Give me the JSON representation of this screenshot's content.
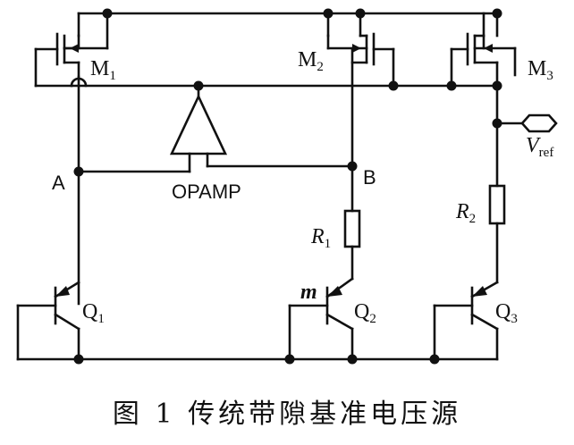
{
  "diagram": {
    "transistors": {
      "m1": "M",
      "m1_sub": "1",
      "m2": "M",
      "m2_sub": "2",
      "m3": "M",
      "m3_sub": "3",
      "q1": "Q",
      "q1_sub": "1",
      "q2": "Q",
      "q2_sub": "2",
      "q3": "Q",
      "q3_sub": "3"
    },
    "nodes": {
      "a": "A",
      "b": "B"
    },
    "opamp": "OPAMP",
    "resistors": {
      "r1": "R",
      "r1_sub": "1",
      "r2": "R",
      "r2_sub": "2"
    },
    "ratio": "m",
    "output": {
      "v": "V",
      "v_sub": "ref"
    }
  },
  "caption": "图 1   传统带隙基准电压源"
}
